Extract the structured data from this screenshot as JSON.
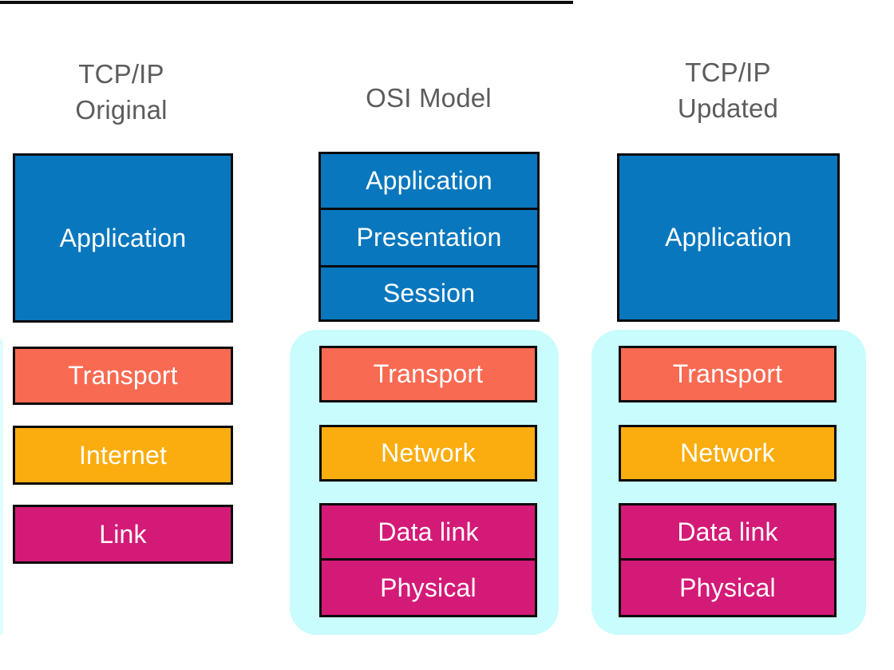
{
  "diagram": {
    "col1": {
      "title_line1": "TCP/IP",
      "title_line2": "Original",
      "application": "Application",
      "transport": "Transport",
      "internet": "Internet",
      "link": "Link"
    },
    "col2": {
      "title": "OSI Model",
      "application": "Application",
      "presentation": "Presentation",
      "session": "Session",
      "transport": "Transport",
      "network": "Network",
      "datalink": "Data link",
      "physical": "Physical"
    },
    "col3": {
      "title_line1": "TCP/IP",
      "title_line2": "Updated",
      "application": "Application",
      "transport": "Transport",
      "network": "Network",
      "datalink": "Data link",
      "physical": "Physical"
    },
    "colors": {
      "application_blue": "#0877bd",
      "transport_coral": "#f96a52",
      "network_amber": "#fbad0f",
      "link_magenta": "#d41a77",
      "highlight_cyan": "#c9fcfc",
      "heading_gray": "#5c5c5c",
      "box_border": "#0a0a0a"
    }
  }
}
